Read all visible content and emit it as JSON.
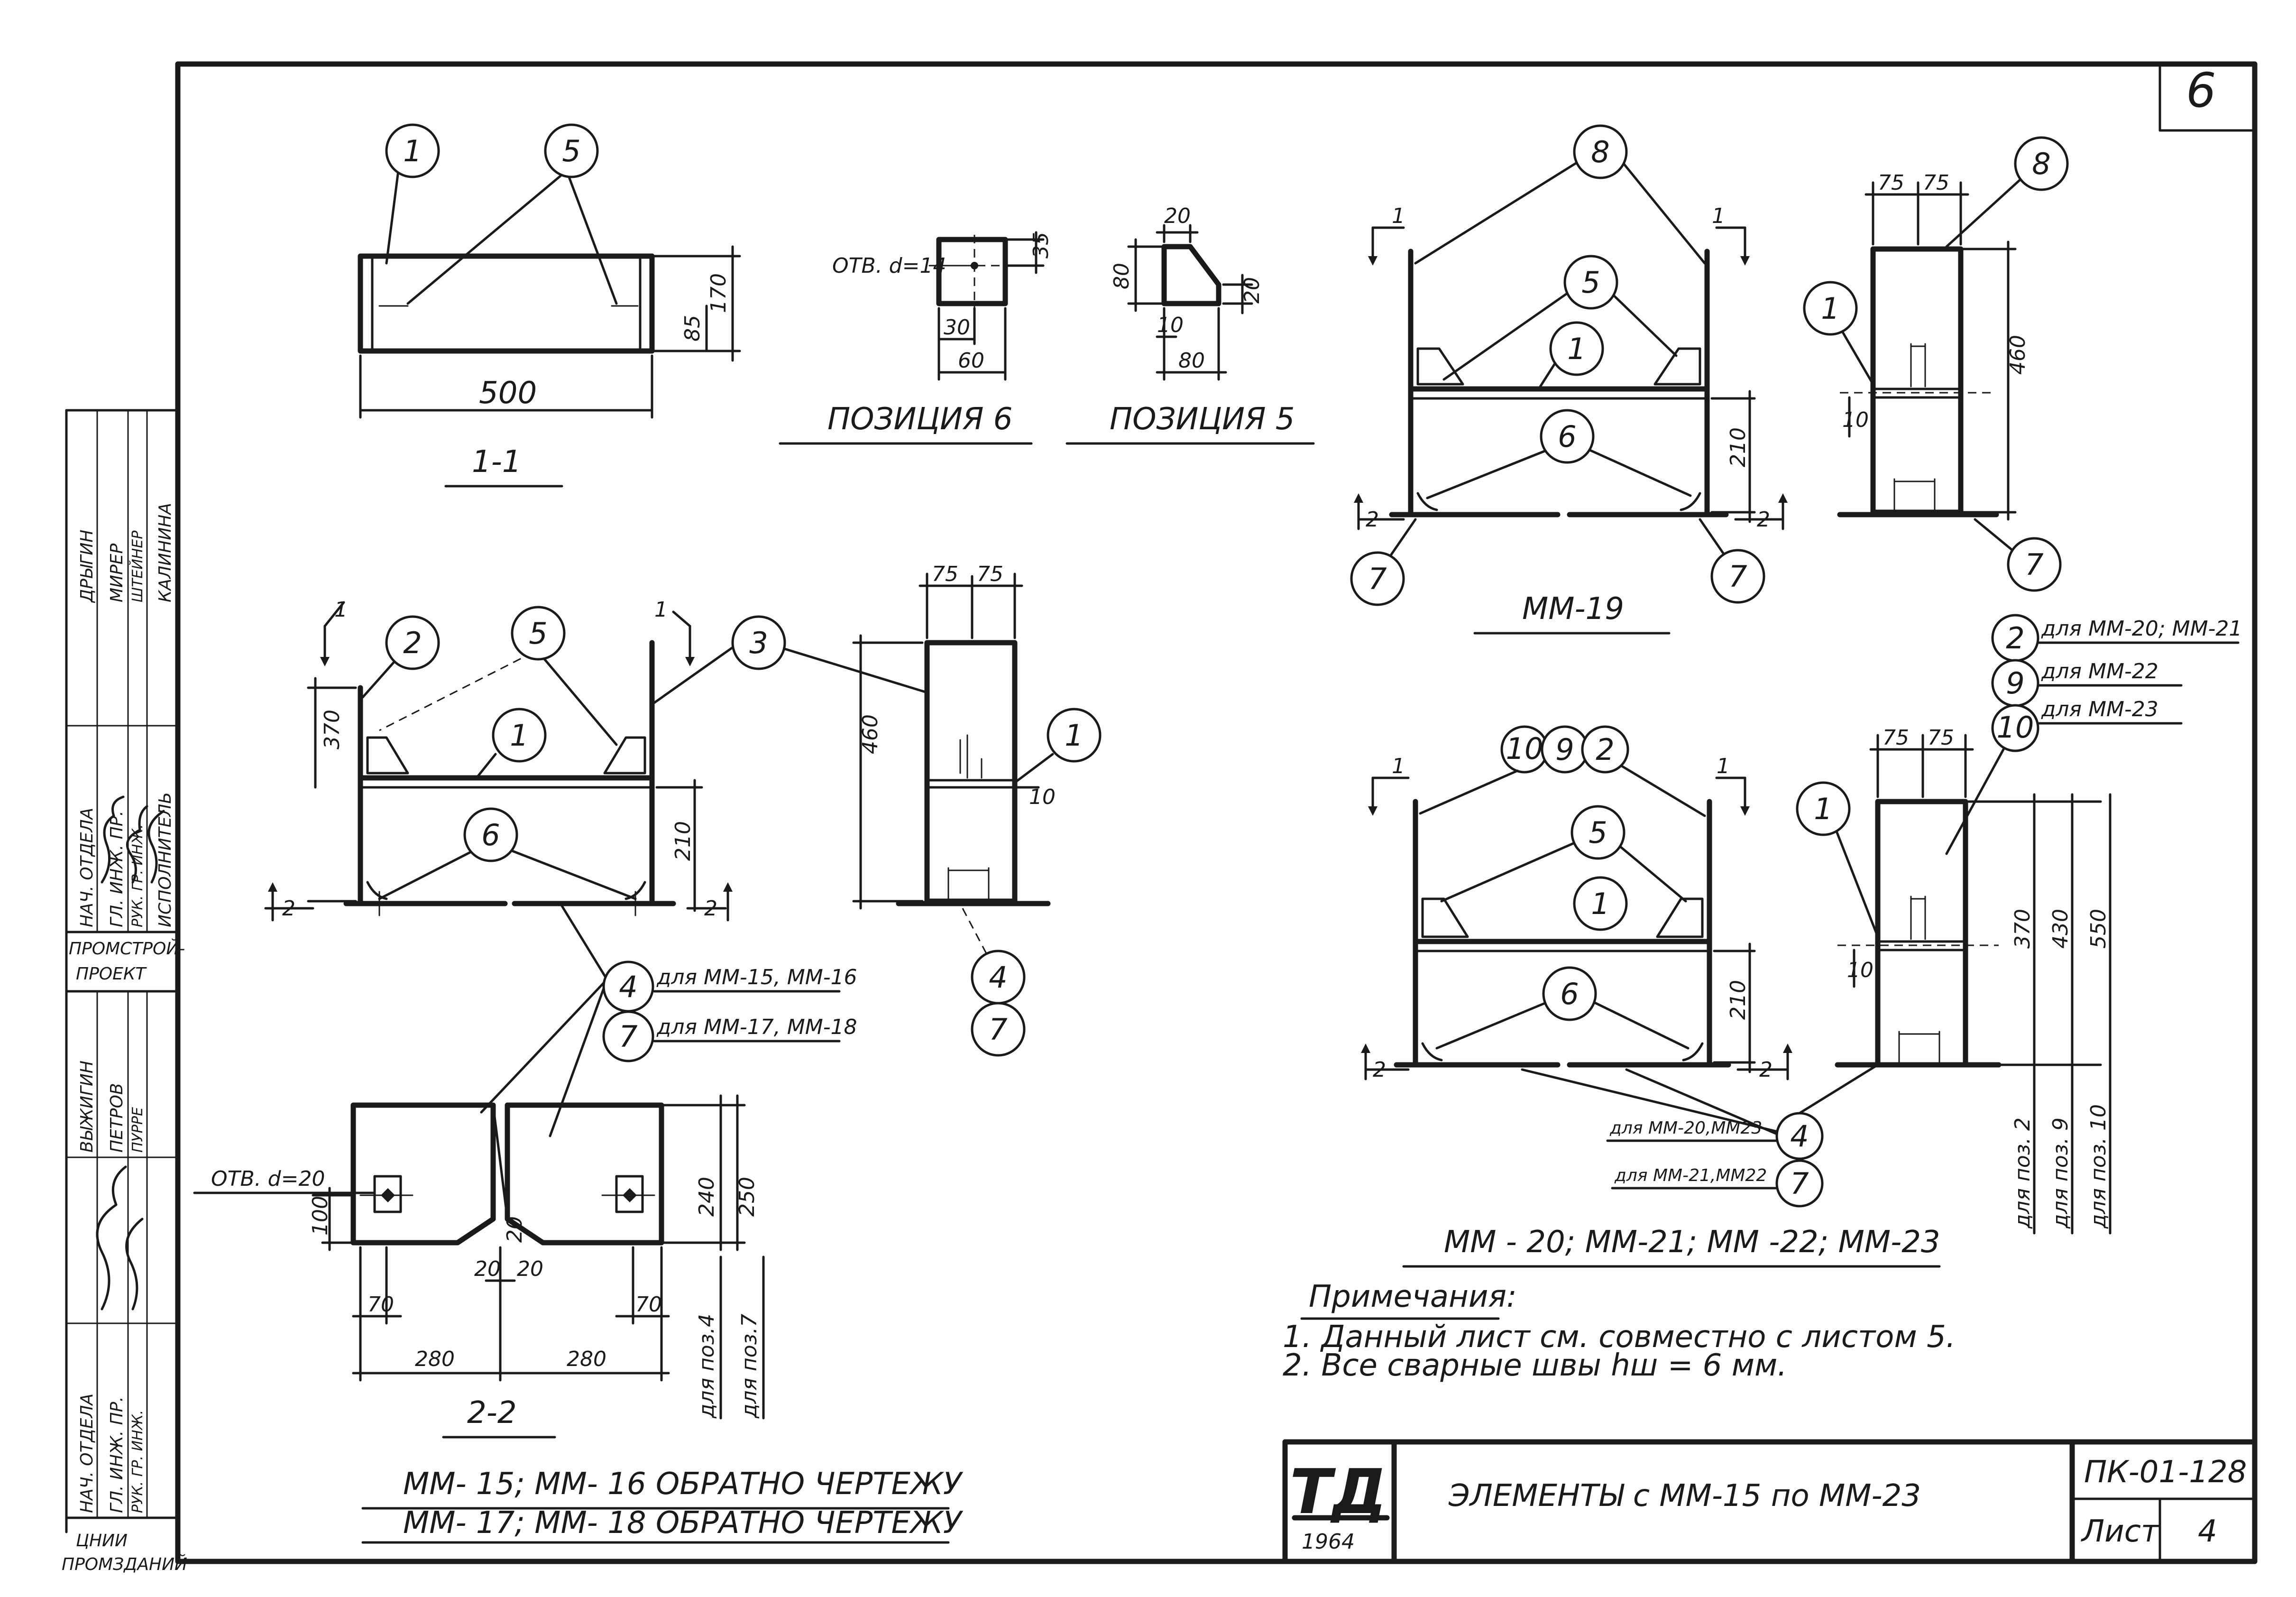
{
  "sheet": {
    "number": "6",
    "title": "ЭЛЕМЕНТЫ  с ММ-15 по ММ-23",
    "code": "ПК-01-128",
    "list_label": "Лист",
    "list_number": "4",
    "org_logo": "ТД",
    "year": "1964"
  },
  "stamp": {
    "roles_a": [
      "НАЧ. ОТДЕЛА",
      "ГЛ. ИНЖ. ПР.",
      "РУК. ГР. ИНЖ.",
      "ИСПОЛНИТЕЛЬ"
    ],
    "names_a": [
      "ДРЫГИН",
      "МИРЕР",
      "ШТЕЙНЕР",
      "КАЛИНИНА"
    ],
    "org_a": [
      "ПРОМСТРОЙ-",
      "ПРОЕКТ"
    ],
    "roles_b": [
      "НАЧ. ОТДЕЛА",
      "ГЛ. ИНЖ. ПР.",
      "РУК. ГР. ИНЖ."
    ],
    "names_b": [
      "ВЫЖИГИН",
      "ПЕТРОВ",
      "ПУРРЕ"
    ],
    "org_b": [
      "ЦНИИ",
      "ПРОМЗДАНИЙ"
    ]
  },
  "views": {
    "section_1_1": "1-1",
    "position_6": "ПОЗИЦИЯ 6",
    "position_5": "ПОЗИЦИЯ 5",
    "section_2_2": "2-2",
    "mm19": "ММ-19",
    "mm20_23": "ММ - 20;  ММ-21;  ММ -22;  ММ-23",
    "mm15_16": "ММ- 15;  ММ- 16  ОБРАТНО ЧЕРТЕЖУ",
    "mm17_18": "ММ- 17;  ММ- 18  ОБРАТНО ЧЕРТЕЖУ"
  },
  "dims": {
    "d500": "500",
    "d170": "170",
    "d85": "85",
    "hole_pos6": "ОТВ. d=14",
    "d35": "35",
    "d30": "30",
    "d60": "60",
    "d20": "20",
    "d80": "80",
    "d10": "10",
    "d75": "75",
    "d370": "370",
    "d210": "210",
    "d460": "460",
    "hole_2_2": "ОТВ. d=20",
    "d100": "100",
    "d70": "70",
    "d280": "280",
    "d240": "240",
    "d250": "250",
    "d430": "430",
    "d550": "550",
    "for_pos4": "для поз.4",
    "for_pos7": "для поз.7",
    "for_pos2": "для поз. 2",
    "for_pos9": "для поз. 9",
    "for_pos10": "для поз. 10"
  },
  "labels": {
    "p1": "1",
    "p2": "2",
    "p3": "3",
    "p4": "4",
    "p5": "5",
    "p6": "6",
    "p7": "7",
    "p8": "8",
    "p9": "9",
    "p10": "10",
    "cut1": "1",
    "cut2": "2",
    "for_mm15_16": "для ММ-15, ММ-16",
    "for_mm17_18": "для ММ-17, ММ-18",
    "for_mm20_21": "для ММ-20; ММ-21",
    "for_mm22": "для ММ-22",
    "for_mm23": "для ММ-23",
    "for_mm20_23": "для ММ-20,ММ23",
    "for_mm21_22": "для ММ-21,ММ22"
  },
  "notes": {
    "title": "Примечания:",
    "items": [
      "1. Данный  лист  см.  совместно  с  листом  5.",
      "2. Все  сварные  швы  hш = 6 мм."
    ]
  }
}
